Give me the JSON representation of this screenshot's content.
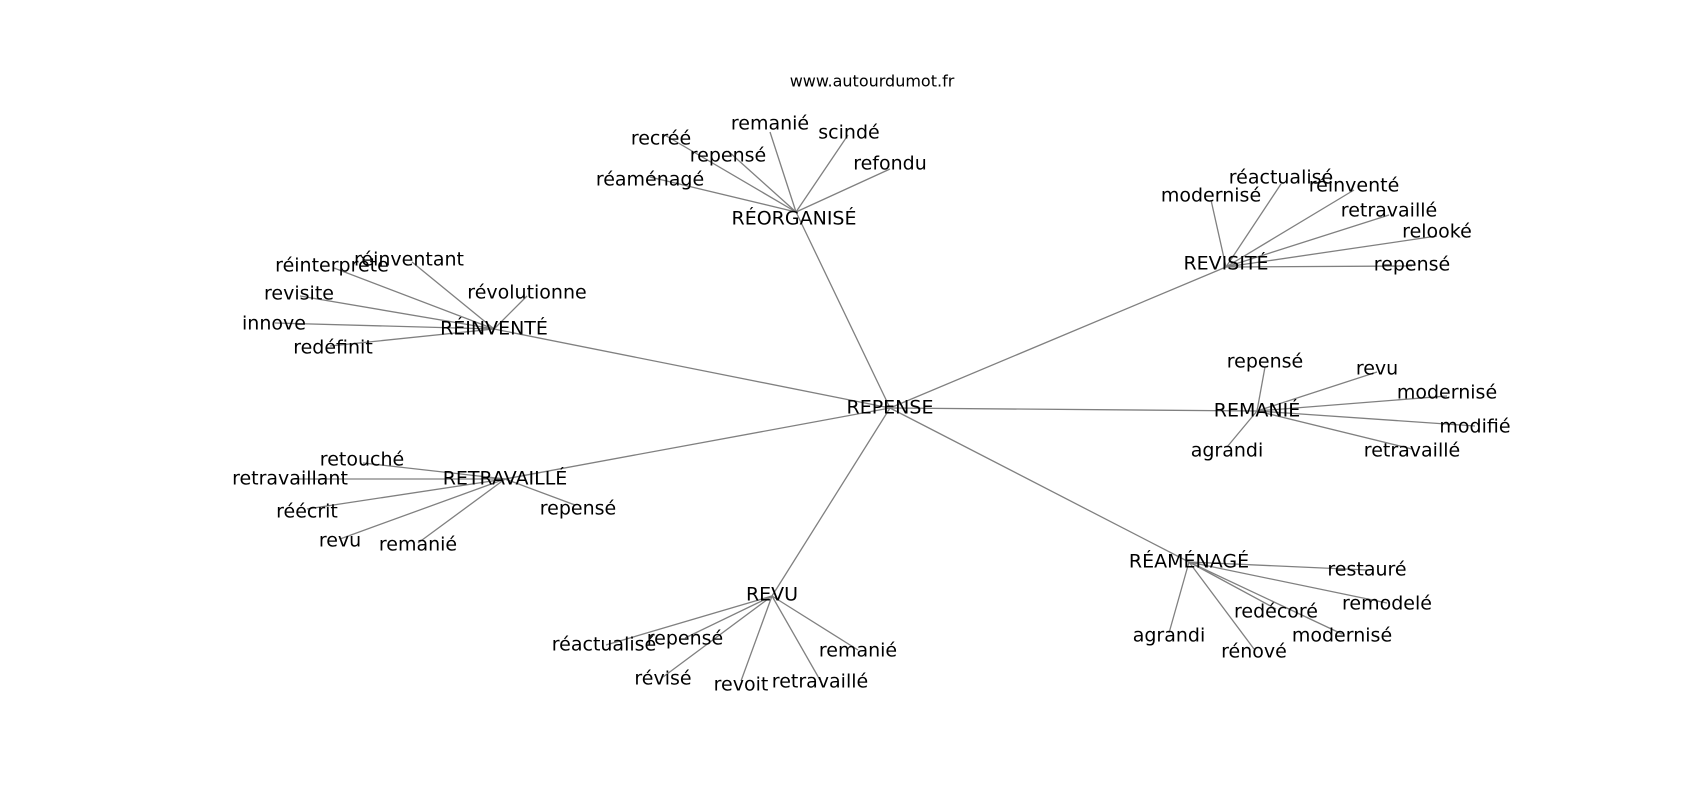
{
  "site": "www.autourdumot.fr",
  "root": "REPENSE",
  "hubs": [
    {
      "label": "RÉORGANISÉ",
      "children": [
        "recréé",
        "remanié",
        "scindé",
        "repensé",
        "refondu",
        "réaménagé"
      ]
    },
    {
      "label": "REVISITÉ",
      "children": [
        "réactualisé",
        "modernisé",
        "réinventé",
        "retravaillé",
        "relooké",
        "repensé"
      ]
    },
    {
      "label": "RÉINVENTÉ",
      "children": [
        "réinventant",
        "réinterprète",
        "révolutionne",
        "revisite",
        "innove",
        "redéfinit"
      ]
    },
    {
      "label": "REMANIÉ",
      "children": [
        "repensé",
        "revu",
        "modernisé",
        "modifié",
        "retravaillé",
        "agrandi"
      ]
    },
    {
      "label": "RETRAVAILLÉ",
      "children": [
        "retouché",
        "retravaillant",
        "réécrit",
        "repensé",
        "revu",
        "remanié"
      ]
    },
    {
      "label": "RÉAMÉNAGÉ",
      "children": [
        "restauré",
        "remodelé",
        "redécoré",
        "modernisé",
        "agrandi",
        "rénové"
      ]
    },
    {
      "label": "REVU",
      "children": [
        "réactualisé",
        "repensé",
        "remanié",
        "révisé",
        "revoit",
        "retravaillé"
      ]
    }
  ]
}
